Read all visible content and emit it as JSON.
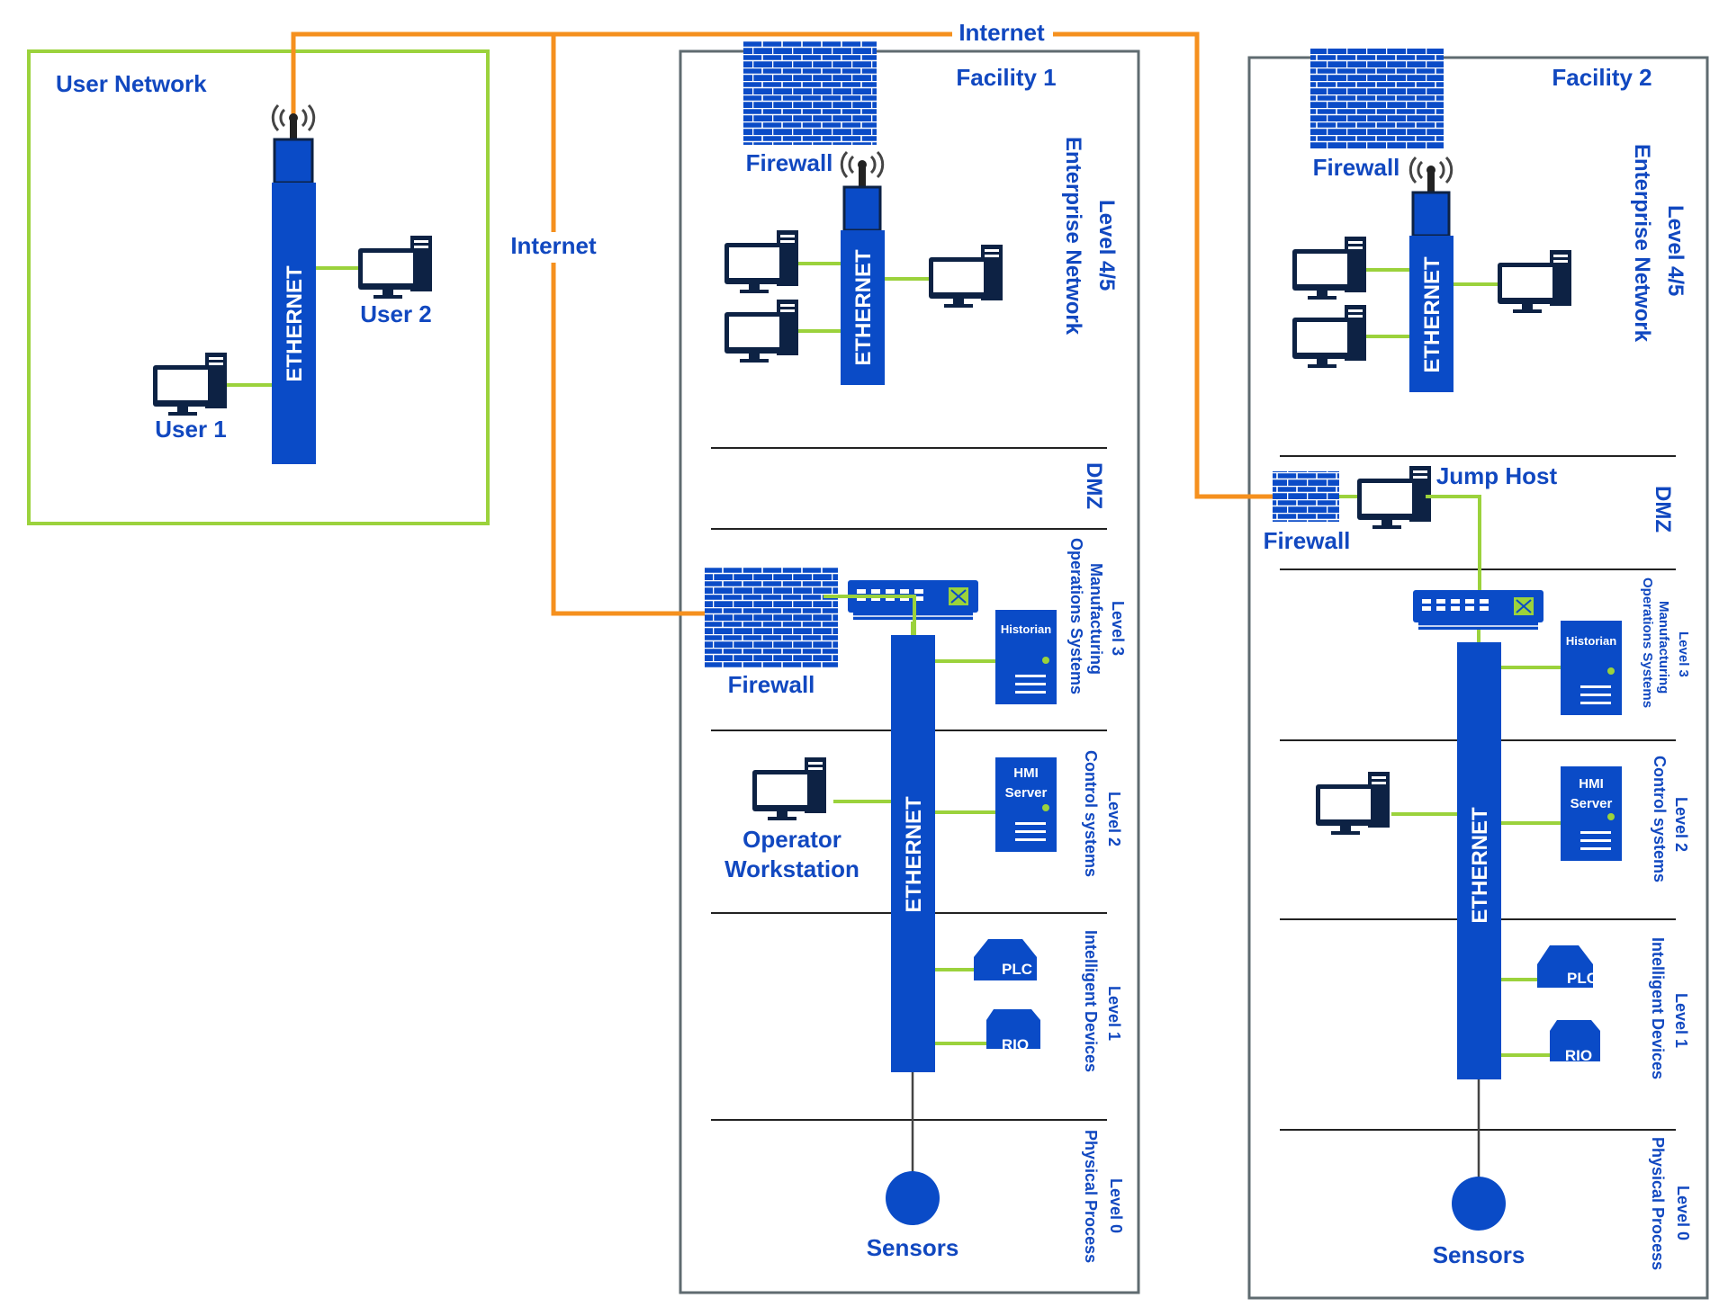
{
  "colors": {
    "blue": "#0a4bc7",
    "navy": "#0d2244",
    "green": "#9bd23c",
    "orange": "#f5901e",
    "border": "#5f6b70",
    "text_blue": "#1148c0"
  },
  "internet": {
    "label_top": "Internet",
    "label_left": "Internet"
  },
  "user_network": {
    "title": "User Network",
    "switch_label": "ETHERNET",
    "user1": "User 1",
    "user2": "User 2"
  },
  "facility1": {
    "title": "Facility 1",
    "firewall_top": "Firewall",
    "enterprise_switch": "ETHERNET",
    "level45_title": "Level 4/5",
    "level45_sub": "Enterprise Network",
    "dmz": "DMZ",
    "firewall_lower": "Firewall",
    "level3_title": "Level 3",
    "level3_sub1": "Manufacturing",
    "level3_sub2": "Operations Systems",
    "historian": "Historian",
    "ethernet_bus": "ETHERNET",
    "operator_line1": "Operator",
    "operator_line2": "Workstation",
    "hmi_line1": "HMI",
    "hmi_line2": "Server",
    "level2_title": "Level 2",
    "level2_sub": "Control systems",
    "plc": "PLC",
    "rio": "RIO",
    "level1_title": "Level 1",
    "level1_sub": "Intelligent Devices",
    "sensors": "Sensors",
    "level0_title": "Level 0",
    "level0_sub": "Physical Process"
  },
  "facility2": {
    "title": "Facility 2",
    "firewall_top": "Firewall",
    "enterprise_switch": "ETHERNET",
    "level45_title": "Level 4/5",
    "level45_sub": "Enterprise Network",
    "jump_host": "Jump Host",
    "firewall_dmz": "Firewall",
    "dmz": "DMZ",
    "level3_title": "Level 3",
    "level3_sub1": "Manufacturing",
    "level3_sub2": "Operations Systems",
    "historian": "Historian",
    "ethernet_bus": "ETHERNET",
    "hmi_line1": "HMI",
    "hmi_line2": "Server",
    "level2_title": "Level 2",
    "level2_sub": "Control systems",
    "plc": "PLC",
    "rio": "RIO",
    "level1_title": "Level 1",
    "level1_sub": "Intelligent Devices",
    "sensors": "Sensors",
    "level0_title": "Level 0",
    "level0_sub": "Physical Process"
  }
}
